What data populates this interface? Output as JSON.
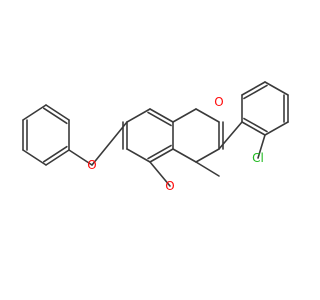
{
  "molecule": {
    "atoms": [
      {
        "id": "O1",
        "label": "O",
        "color": "#ff0d0d"
      },
      {
        "id": "O2",
        "label": "O",
        "color": "#ff0d0d"
      },
      {
        "id": "O3",
        "label": "O",
        "color": "#ff0d0d"
      },
      {
        "id": "Cl1",
        "label": "Cl",
        "color": "#1fba1f"
      }
    ]
  },
  "colors": {
    "bond": "#3a3a3a",
    "oxygen": "#ff0d0d",
    "chlorine": "#1fba1f",
    "background": "#ffffff"
  }
}
